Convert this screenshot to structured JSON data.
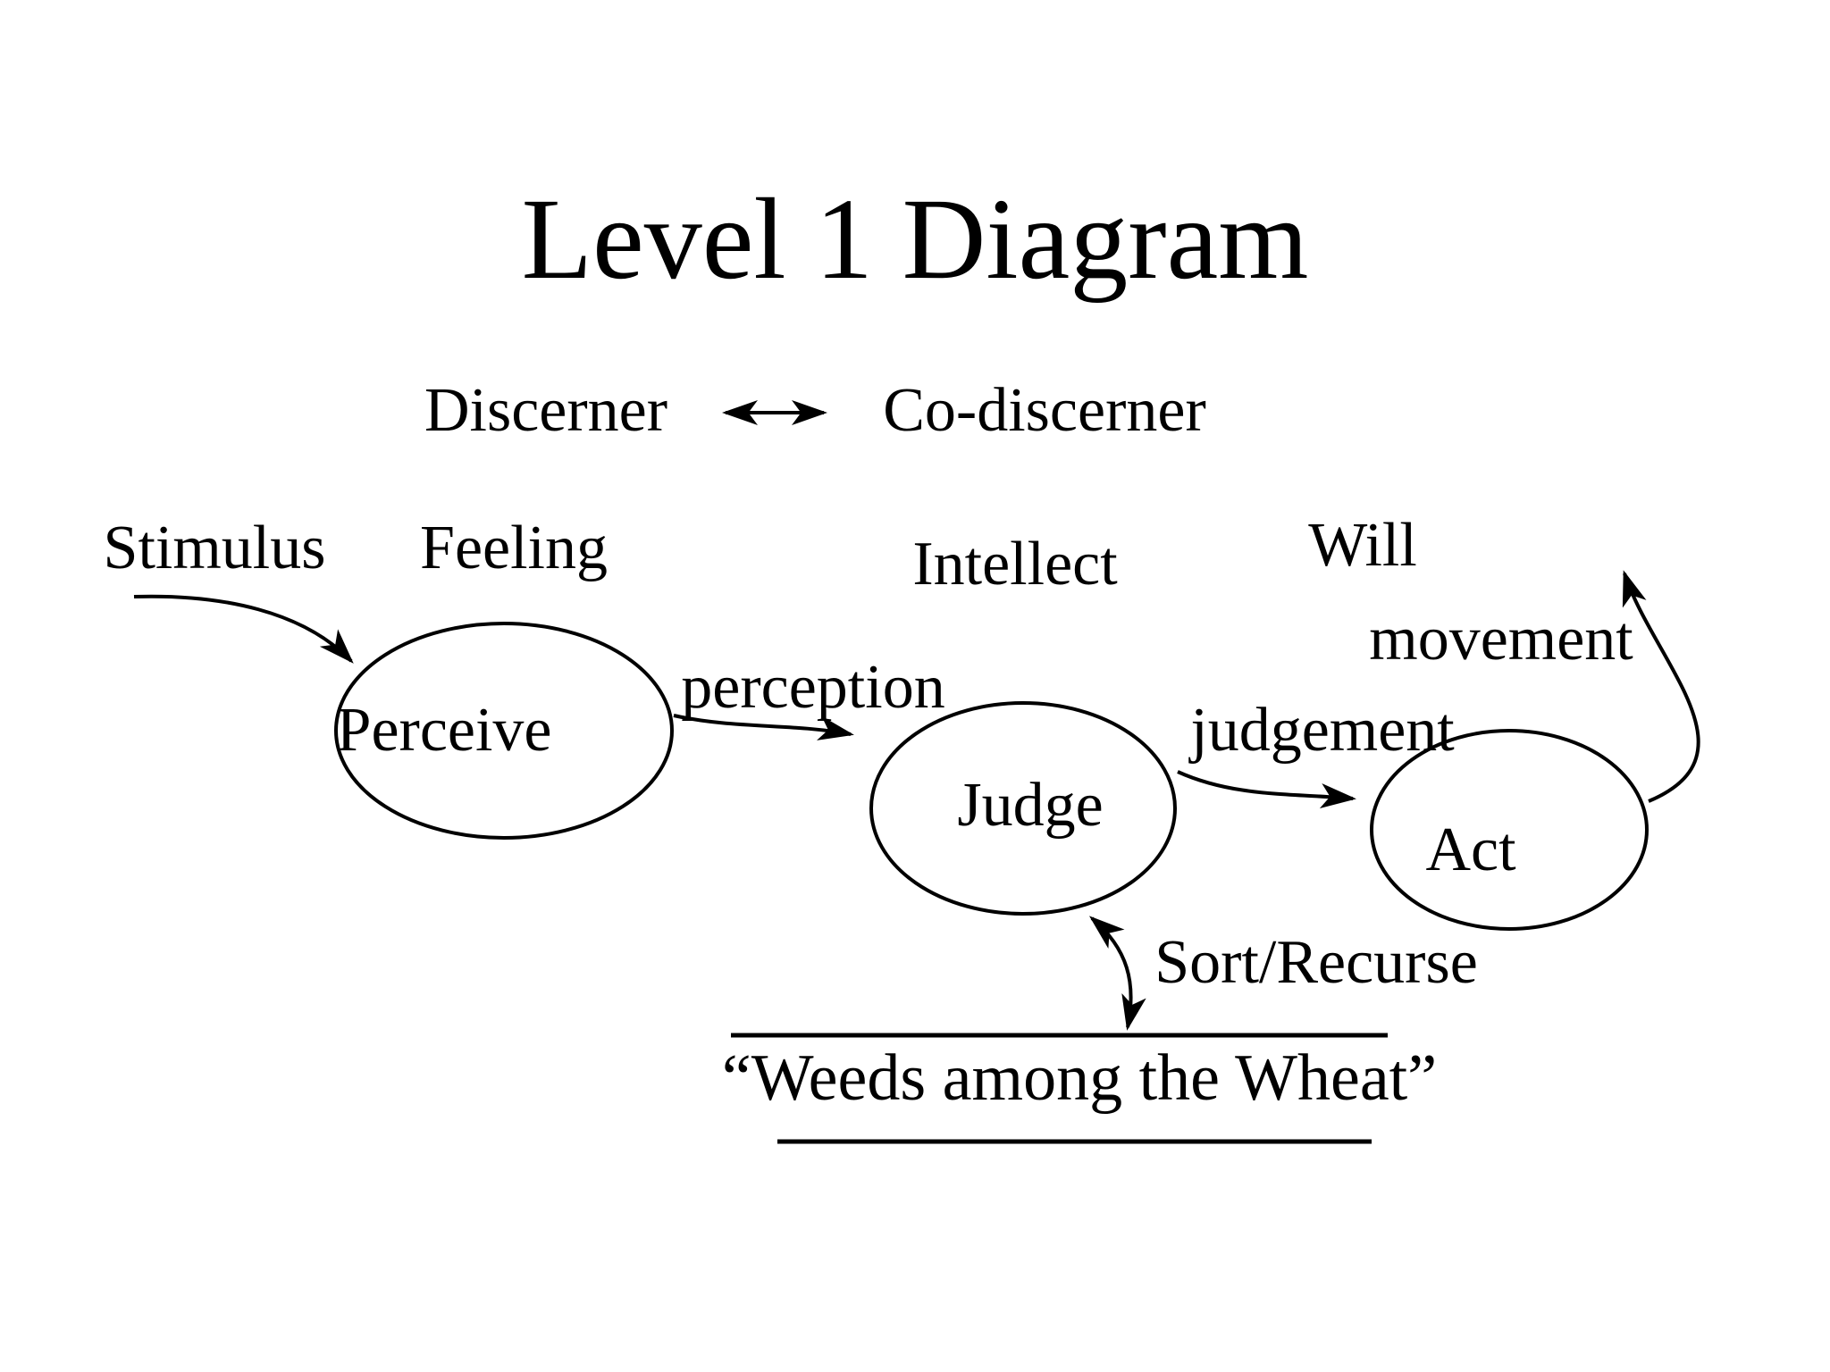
{
  "slide": {
    "title": "Level 1 Diagram",
    "background_color": "#ffffff",
    "ink_color": "#000000"
  },
  "header_row": {
    "left_label": "Discerner",
    "right_label": "Co-discerner",
    "relation_icon": "left-right-arrow"
  },
  "faculty_labels": {
    "stimulus": "Stimulus",
    "feeling": "Feeling",
    "intellect": "Intellect",
    "will": "Will"
  },
  "nodes": {
    "perceive": "Perceive",
    "judge": "Judge",
    "act": "Act"
  },
  "edge_labels": {
    "perception": "perception",
    "judgement": "judgement",
    "movement": "movement",
    "sort_recurse": "Sort/Recurse"
  },
  "footer": {
    "quote": "“Weeds among the Wheat”"
  }
}
